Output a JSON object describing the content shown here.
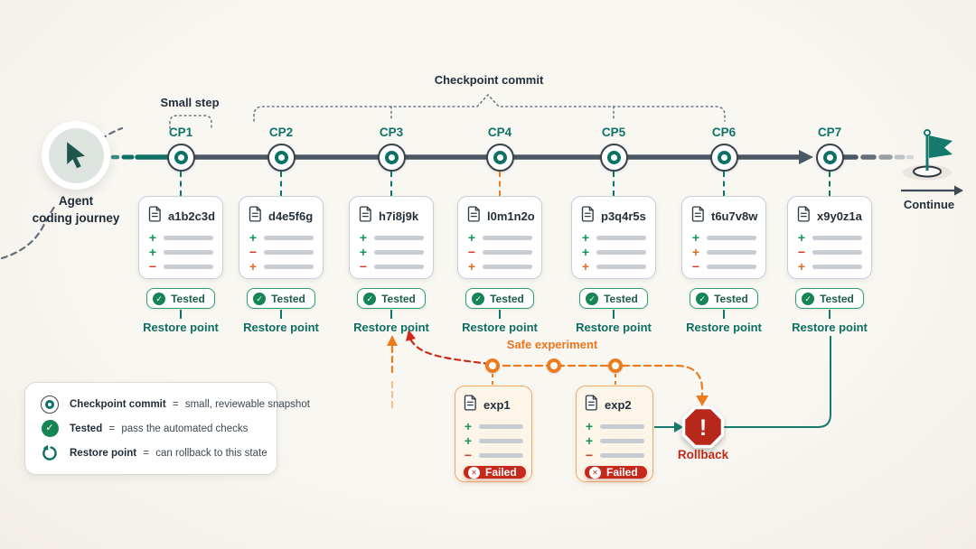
{
  "palette": {
    "background": "#f7f4ee",
    "teal": "#0f7165",
    "slate": "#4b5763",
    "green": "#168555",
    "red": "#c4291b",
    "orange": "#ee7c1e"
  },
  "agent": {
    "line1": "Agent",
    "line2": "coding journey"
  },
  "annotations": {
    "small_step": "Small step",
    "checkpoint_commit": "Checkpoint commit",
    "safe_experiment": "Safe experiment",
    "continue_label": "Continue",
    "rollback_label": "Rollback"
  },
  "badges": {
    "tested": "Tested",
    "restore": "Restore point",
    "failed": "Failed"
  },
  "icons": {
    "check": "✓",
    "fail_x": "✕",
    "rollback_mark": "!"
  },
  "timeline": {
    "checkpoints": [
      {
        "id": "CP1",
        "hash": "a1b2c3d",
        "rows": [
          {
            "sign": "+",
            "tone": "add"
          },
          {
            "sign": "+",
            "tone": "add"
          },
          {
            "sign": "−",
            "tone": "del"
          }
        ]
      },
      {
        "id": "CP2",
        "hash": "d4e5f6g",
        "rows": [
          {
            "sign": "+",
            "tone": "add"
          },
          {
            "sign": "−",
            "tone": "del"
          },
          {
            "sign": "+",
            "tone": "mod"
          }
        ]
      },
      {
        "id": "CP3",
        "hash": "h7i8j9k",
        "rows": [
          {
            "sign": "+",
            "tone": "add"
          },
          {
            "sign": "+",
            "tone": "add"
          },
          {
            "sign": "−",
            "tone": "del"
          }
        ]
      },
      {
        "id": "CP4",
        "hash": "l0m1n2o",
        "rows": [
          {
            "sign": "+",
            "tone": "add"
          },
          {
            "sign": "−",
            "tone": "del"
          },
          {
            "sign": "+",
            "tone": "mod"
          }
        ]
      },
      {
        "id": "CP5",
        "hash": "p3q4r5s",
        "rows": [
          {
            "sign": "+",
            "tone": "add"
          },
          {
            "sign": "+",
            "tone": "add"
          },
          {
            "sign": "+",
            "tone": "mod"
          }
        ]
      },
      {
        "id": "CP6",
        "hash": "t6u7v8w",
        "rows": [
          {
            "sign": "+",
            "tone": "add"
          },
          {
            "sign": "+",
            "tone": "mod"
          },
          {
            "sign": "−",
            "tone": "del"
          }
        ]
      },
      {
        "id": "CP7",
        "hash": "x9y0z1a",
        "rows": [
          {
            "sign": "+",
            "tone": "add"
          },
          {
            "sign": "−",
            "tone": "del"
          },
          {
            "sign": "+",
            "tone": "mod"
          }
        ]
      }
    ]
  },
  "experiments": [
    {
      "name": "exp1",
      "rows": [
        {
          "sign": "+",
          "tone": "add"
        },
        {
          "sign": "+",
          "tone": "add"
        },
        {
          "sign": "−",
          "tone": "del"
        }
      ]
    },
    {
      "name": "exp2",
      "rows": [
        {
          "sign": "+",
          "tone": "add"
        },
        {
          "sign": "+",
          "tone": "add"
        },
        {
          "sign": "−",
          "tone": "del"
        }
      ]
    }
  ],
  "legend": {
    "items": [
      {
        "term": "Checkpoint commit",
        "eq": "=",
        "definition": "small, reviewable snapshot"
      },
      {
        "term": "Tested",
        "eq": "=",
        "definition": "pass the automated checks"
      },
      {
        "term": "Restore point",
        "eq": "=",
        "definition": "can rollback to this state"
      }
    ]
  }
}
